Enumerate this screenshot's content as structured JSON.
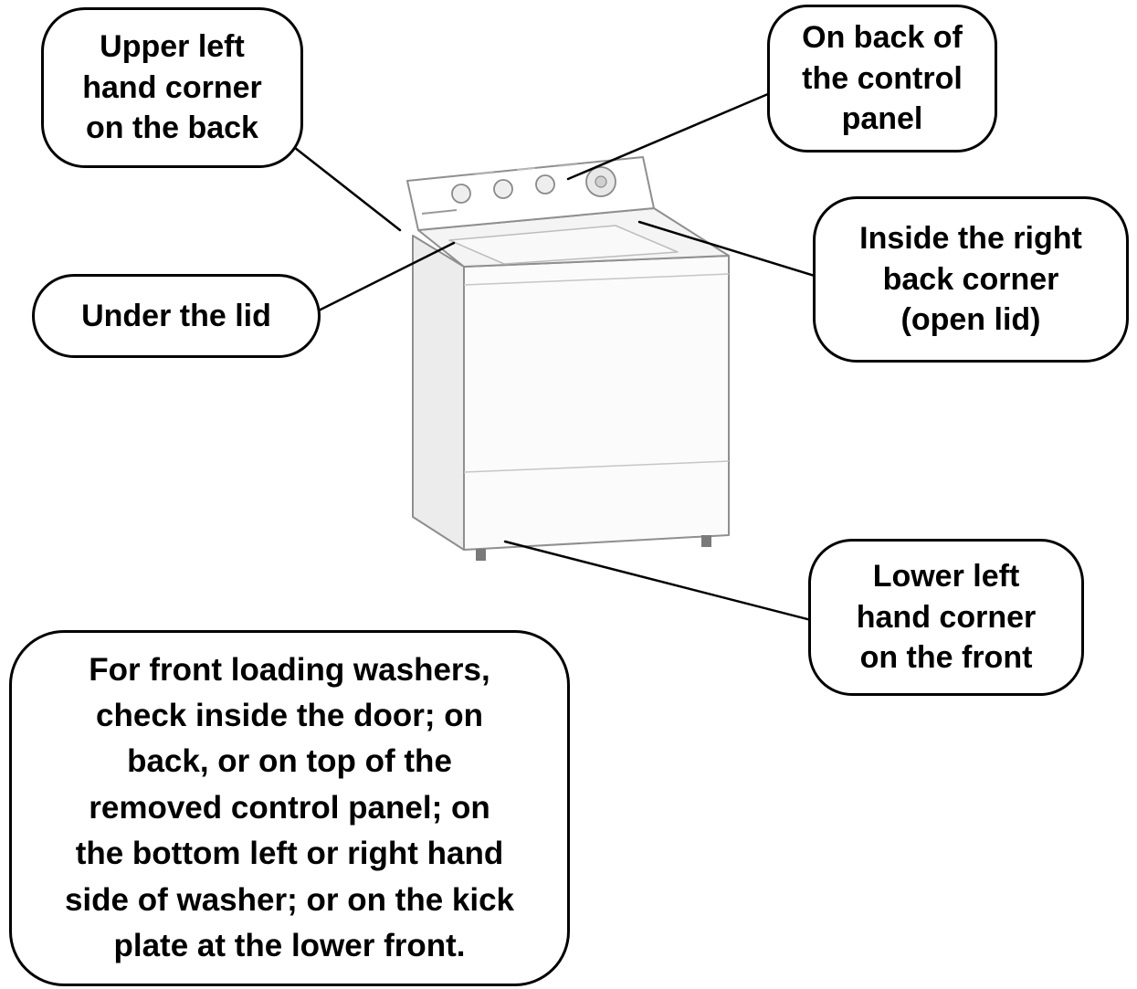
{
  "colors": {
    "background": "#ffffff",
    "callout_border": "#000000",
    "text": "#000000",
    "washer_outline": "#8f8f8f"
  },
  "callouts": [
    {
      "id": "upper-left-back",
      "text": "Upper left\nhand corner\non the back"
    },
    {
      "id": "back-of-control-panel",
      "text": "On back of\nthe control\npanel"
    },
    {
      "id": "under-the-lid",
      "text": "Under the lid"
    },
    {
      "id": "inside-right-back-corner",
      "text": "Inside the right\nback corner\n(open lid)"
    },
    {
      "id": "lower-left-front",
      "text": "Lower left\nhand corner\non the front"
    },
    {
      "id": "front-loading-washers-note",
      "text": "For front loading washers,\ncheck inside the door; on\nback, or on top of the\nremoved control panel; on\nthe bottom left or right hand\nside of washer; or on the kick\nplate at the lower front."
    }
  ],
  "illustration": {
    "name": "top-load-washer"
  }
}
